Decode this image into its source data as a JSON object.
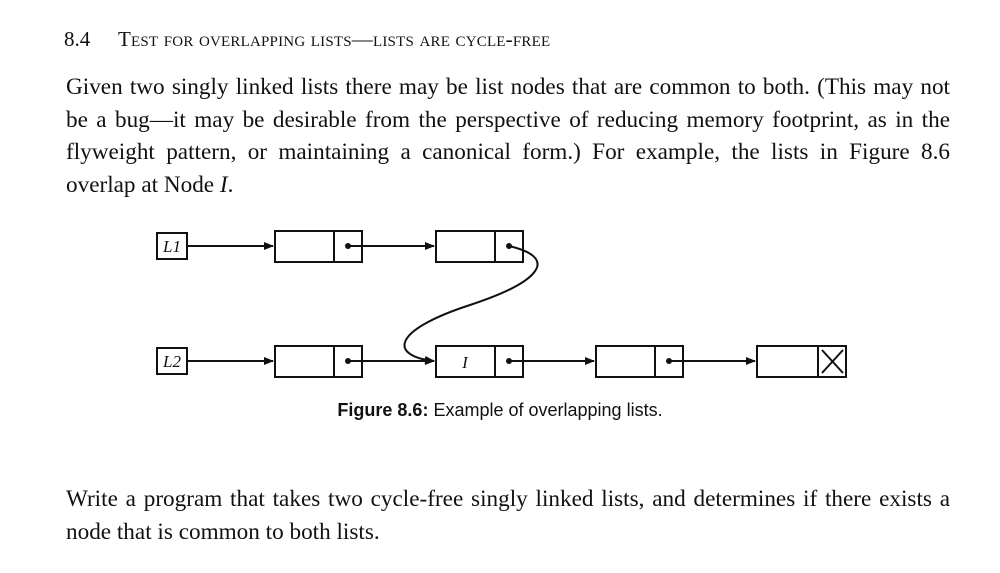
{
  "section": {
    "number": "8.4",
    "title": "Test for overlapping lists—lists are cycle-free"
  },
  "intro": {
    "text": "Given two singly linked lists there may be list nodes that are common to both. (This may not be a bug—it may be desirable from the perspective of reducing memory footprint, as in the flyweight pattern, or maintaining a canonical form.) For example, the lists in Figure 8.6 overlap at Node ",
    "node_ref": "I",
    "end": "."
  },
  "figure": {
    "label_list1": "L1",
    "label_list2": "L2",
    "shared_node_label": "I",
    "caption_label": "Figure 8.6:",
    "caption_text": " Example of overlapping lists."
  },
  "prompt": {
    "text": "Write a program that takes two cycle-free singly linked lists, and determines if there exists a node that is common to both lists."
  }
}
